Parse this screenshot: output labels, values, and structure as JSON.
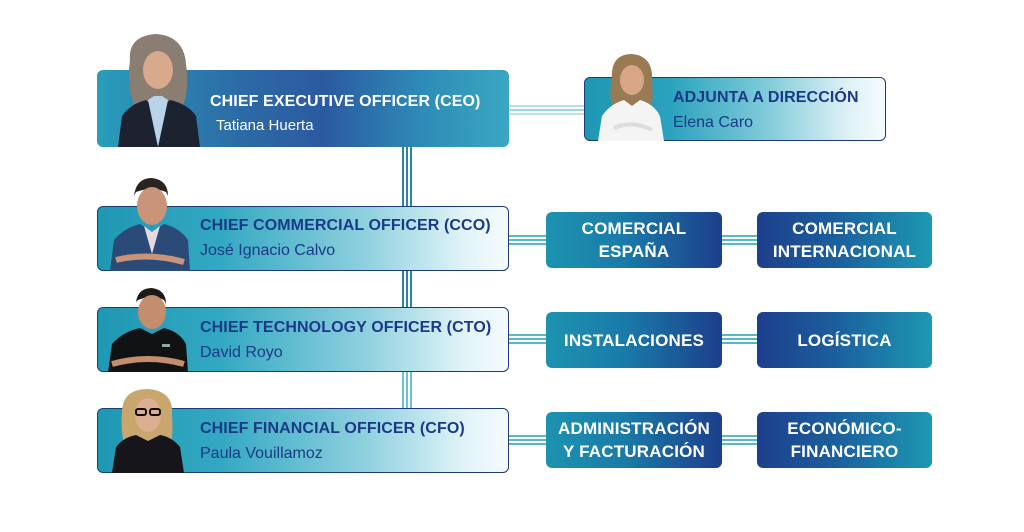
{
  "org_chart": {
    "ceo": {
      "role": "CHIEF EXECUTIVE OFFICER (CEO)",
      "name": "Tatiana Huerta",
      "photo": "portrait-woman-grey-hair-dark-blazer"
    },
    "assistant": {
      "role": "ADJUNTA A DIRECCIÓN",
      "name": "Elena Caro",
      "photo": "portrait-woman-white-shirt"
    },
    "executives": [
      {
        "role": "CHIEF COMMERCIAL OFFICER (CCO)",
        "name": "José Ignacio Calvo",
        "photo": "portrait-man-navy-blazer",
        "departments": [
          {
            "line1": "COMERCIAL",
            "line2": "ESPAÑA"
          },
          {
            "line1": "COMERCIAL",
            "line2": "INTERNACIONAL"
          }
        ]
      },
      {
        "role": "CHIEF TECHNOLOGY OFFICER (CTO)",
        "name": "David Royo",
        "photo": "portrait-man-black-polo",
        "departments": [
          {
            "line1": "INSTALACIONES",
            "line2": ""
          },
          {
            "line1": "LOGÍSTICA",
            "line2": ""
          }
        ]
      },
      {
        "role": "CHIEF FINANCIAL OFFICER (CFO)",
        "name": "Paula Vouillamoz",
        "photo": "portrait-woman-blonde-glasses",
        "departments": [
          {
            "line1": "ADMINISTRACIÓN",
            "line2": "Y FACTURACIÓN"
          },
          {
            "line1": "ECONÓMICO-",
            "line2": "FINANCIERO"
          }
        ]
      }
    ]
  },
  "colors": {
    "navy_text": "#1b3a86",
    "teal": "#1f98b4",
    "navy": "#1d3f8c",
    "connector": "#2a86a8",
    "background": "#ffffff"
  }
}
